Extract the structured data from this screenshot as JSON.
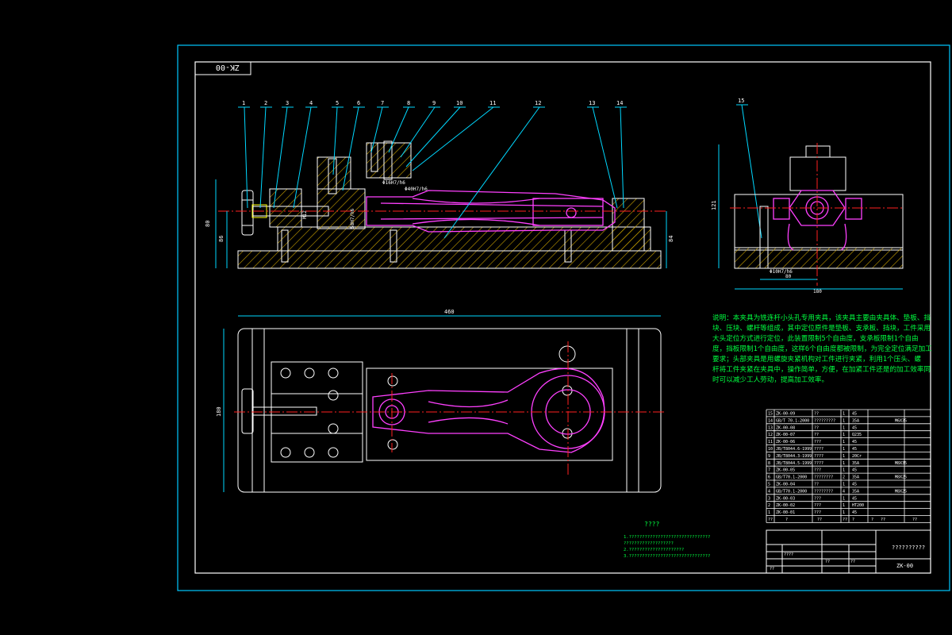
{
  "sheet": {
    "title_stamp": "ZK-00",
    "drawing_number": "ZK-00",
    "title_name": "??????????"
  },
  "part_balloons": [
    "1",
    "2",
    "3",
    "4",
    "5",
    "6",
    "7",
    "8",
    "9",
    "10",
    "11",
    "12",
    "13",
    "14",
    "15"
  ],
  "dimensions": {
    "front_height": "80",
    "front_center_height": "86",
    "right_height": "84",
    "fit_pin": "Φ16H7/h6",
    "fit_locator": "Φ40H7/h6",
    "fit_slider": "58H7/h6",
    "fit_m": "M12",
    "plan_length": "460",
    "plan_width": "180",
    "side_height": "121",
    "side_fit": "Φ10H7/h6",
    "side_width": "180",
    "side_inner": "80"
  },
  "description_lines": [
    "说明：本夹具为铣连杆小头孔专用夹具，该夹具主要由夹具体、垫板、挡",
    "块、压块、螺杆等组成，其中定位原件是垫板、支承板、挡块，工件采用",
    "大头定位方式进行定位，此装置限制5个自由度，支承板限制1个自由",
    "度，挡板限制1个自由度，这样6个自由度都被限制，为完全定位满足加工",
    "要求；头部夹具是用螺旋夹紧机构对工件进行夹紧，利用1个压头、螺",
    "杆将工件夹紧在夹具中，操作简单，方便，在加紧工件还是的加工效率同",
    "时可以减少工人劳动，提高加工效率。"
  ],
  "notes": {
    "heading": "????",
    "lines": [
      "1.???????????????????????????????",
      "  ???????????????????",
      "2.?????????????????????",
      "3.???????????????????????????????"
    ]
  },
  "bom_rows": [
    [
      "15",
      "ZK-00-09",
      "??",
      "1",
      "45",
      ""
    ],
    [
      "14",
      "GB/T 70.1-2000",
      "?????????",
      "1",
      "35A",
      "M6X35"
    ],
    [
      "13",
      "ZK-00-08",
      "??",
      "1",
      "45",
      ""
    ],
    [
      "12",
      "ZK-00-07",
      "??",
      "1",
      "Q235",
      ""
    ],
    [
      "11",
      "ZK-00-06",
      "???",
      "1",
      "45",
      ""
    ],
    [
      "10",
      "JB/T8044.6-1999",
      "????",
      "1",
      "45",
      ""
    ],
    [
      "9",
      "JB/T8044.3-1999",
      "????",
      "1",
      "20Cr",
      ""
    ],
    [
      "8",
      "JB/T8044.5-1999",
      "????",
      "1",
      "35A",
      "M8X35"
    ],
    [
      "7",
      "ZK-00-05",
      "???",
      "1",
      "45",
      ""
    ],
    [
      "6",
      "GB/T70.1-2000",
      "????????",
      "2",
      "35A",
      "M8X25"
    ],
    [
      "5",
      "ZK-00-04",
      "??",
      "1",
      "45",
      ""
    ],
    [
      "4",
      "GB/T70.1-2000",
      "????????",
      "4",
      "35A",
      "M8X25"
    ],
    [
      "3",
      "ZK-00-03",
      "???",
      "1",
      "45",
      ""
    ],
    [
      "2",
      "ZK-00-02",
      "???",
      "1",
      "HT200",
      ""
    ],
    [
      "1",
      "ZK-00-01",
      "???",
      "1",
      "45",
      ""
    ]
  ],
  "bom_header": [
    "??",
    "?",
    "??",
    "??",
    "?",
    "?",
    "??",
    "??"
  ],
  "title_block": {
    "cells": [
      "????",
      "??",
      "??",
      "??",
      "??",
      "???",
      "??",
      "??",
      "??",
      "??"
    ],
    "name": "??????????",
    "code": "ZK-00"
  },
  "colors": {
    "border": "#00c8ff",
    "line": "#ffffff",
    "hatch": "#c8a000",
    "part": "#ff40ff",
    "center": "#ff2020",
    "text_green": "#00ff40",
    "leader": "#00d8ff"
  }
}
